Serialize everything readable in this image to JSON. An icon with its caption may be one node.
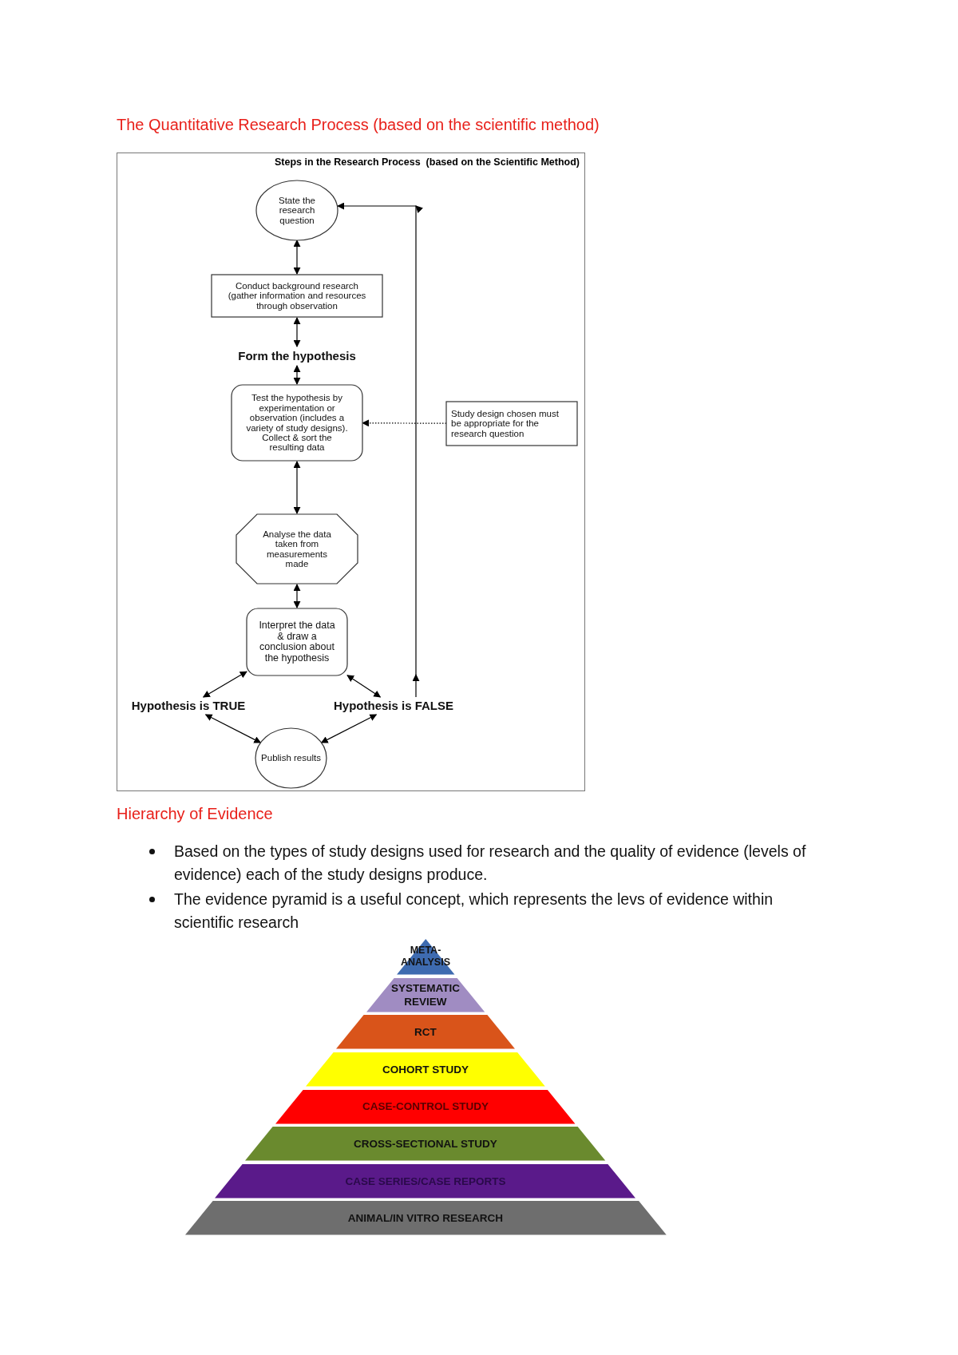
{
  "diagram": {
    "title": "The Quantitative Research Process (based on the scientific method)",
    "nodes": [
      {
        "text": [
          "Steps in the Research Process  (based on the Scientific Method)"
        ]
      },
      {
        "text": [
          "State the research question"
        ],
        "in": 0
      },
      {
        "text": [
          "Conduct background research (gather information and resources through observation"
        ],
        "in": 0
      },
      {
        "text": [
          "Form the hypothesis"
        ],
        "in": 0
      },
      {
        "text": [
          "Test the hypothesis by experimentation or observation (includes a variety of study designs). Collect & sort the resulting data"
        ],
        "in": 0
      },
      {
        "text": [
          "Study design chosen must be appropriate for the research question"
        ],
        "in": 0
      },
      {
        "text": [
          "Analyse the data taken from measurements made"
        ],
        "in": 0
      },
      {
        "text": [
          "Interpret the data & draw a conclusion about the hypothesis"
        ],
        "in": 0
      },
      {
        "text": [
          "Hypothesis is TRUE"
        ],
        "in": 0
      },
      {
        "text": [
          "Hypothesis is FALSE"
        ],
        "in": 0
      },
      {
        "text": [
          "Publish results"
        ],
        "in": 0
      },
      {
        "text": [
          "META-ANALYSIS"
        ]
      },
      {
        "text": [
          "SYSTEMATIC REVIEW"
        ]
      },
      {
        "text": [
          "RCT"
        ]
      },
      {
        "text": [
          "COHORT STUDY"
        ]
      },
      {
        "text": [
          "CASE-CONTROL STUDY"
        ]
      },
      {
        "text": [
          "CROSS-SECTIONAL STUDY"
        ]
      },
      {
        "text": [
          "CASE SERIES/CASE REPORTS"
        ]
      },
      {
        "text": [
          "ANIMAL/IN VITRO RESEARCH"
        ]
      }
    ],
    "edges": [
      {
        "from": 1,
        "to": 2,
        "arrow": "both"
      },
      {
        "from": 2,
        "to": 3,
        "arrow": "both"
      },
      {
        "from": 3,
        "to": 4,
        "arrow": "both"
      },
      {
        "from": 5,
        "to": 4,
        "arrow": "to",
        "style": "dashed"
      },
      {
        "from": 4,
        "to": 6,
        "arrow": "both"
      },
      {
        "from": 6,
        "to": 7,
        "arrow": "both"
      },
      {
        "from": 7,
        "to": 8,
        "arrow": "both"
      },
      {
        "from": 7,
        "to": 9,
        "arrow": "both"
      },
      {
        "from": 8,
        "to": 10,
        "arrow": "both"
      },
      {
        "from": 9,
        "to": 10,
        "arrow": "both"
      },
      {
        "from": 9,
        "to": 1,
        "arrow": "to"
      }
    ],
    "labels": [
      "Hierarchy of Evidence",
      "Based on the types of study designs used for research and the quality of evidence (levels of evidence) each of the study designs produce.",
      "The evidence pyramid is a useful concept, which represents the levs of evidence within scientific research"
    ]
  }
}
